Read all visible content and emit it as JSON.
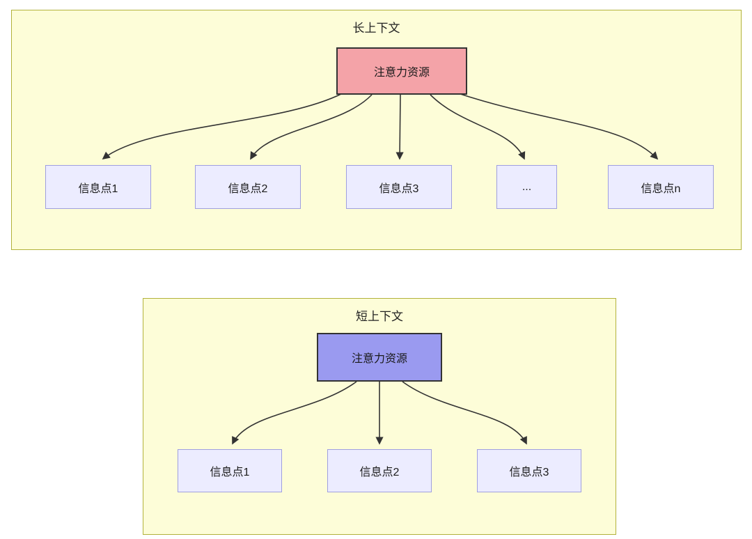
{
  "diagram": {
    "long_context": {
      "title": "长上下文",
      "source_label": "注意力资源",
      "targets": [
        "信息点1",
        "信息点2",
        "信息点3",
        "...",
        "信息点n"
      ]
    },
    "short_context": {
      "title": "短上下文",
      "source_label": "注意力资源",
      "targets": [
        "信息点1",
        "信息点2",
        "信息点3"
      ]
    },
    "colors": {
      "container_bg": "#fdfdd8",
      "container_border": "#b2b23a",
      "node_bg": "#ececff",
      "node_border": "#9f9fdf",
      "long_source_fill": "#f4a3a8",
      "short_source_fill": "#9a9af0",
      "arrow": "#333333"
    }
  }
}
